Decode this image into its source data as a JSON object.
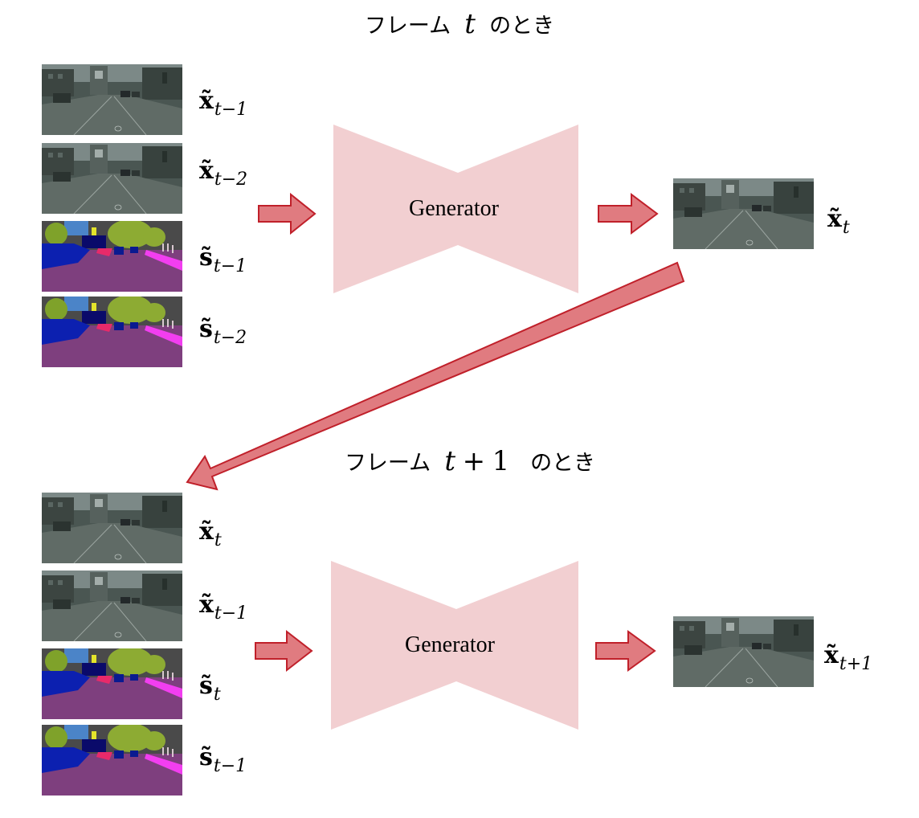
{
  "diagram": {
    "section1": {
      "heading_prefix": "フレーム",
      "heading_var": "t",
      "heading_suffix": "のとき",
      "inputs": [
        {
          "kind": "photo",
          "base": "x̃",
          "sub": "t−1"
        },
        {
          "kind": "photo",
          "base": "x̃",
          "sub": "t−2"
        },
        {
          "kind": "seg",
          "base": "s̃",
          "sub": "t−1"
        },
        {
          "kind": "seg",
          "base": "s̃",
          "sub": "t−2"
        }
      ],
      "generator_label": "Generator",
      "output": {
        "kind": "photo",
        "base": "x̃",
        "sub": "t"
      }
    },
    "section2": {
      "heading_prefix": "フレーム",
      "heading_var": "t",
      "heading_op": "+",
      "heading_num": "1",
      "heading_suffix": "のとき",
      "inputs": [
        {
          "kind": "photo",
          "base": "x̃",
          "sub": "t"
        },
        {
          "kind": "photo",
          "base": "x̃",
          "sub": "t−1"
        },
        {
          "kind": "seg",
          "base": "s̃",
          "sub": "t"
        },
        {
          "kind": "seg",
          "base": "s̃",
          "sub": "t−1"
        }
      ],
      "generator_label": "Generator",
      "output": {
        "kind": "photo",
        "base": "x̃",
        "sub": "t+1"
      }
    },
    "colors": {
      "arrow_fill": "#e07b80",
      "arrow_stroke": "#c0202a",
      "generator_fill": "#f2cfd1"
    }
  }
}
